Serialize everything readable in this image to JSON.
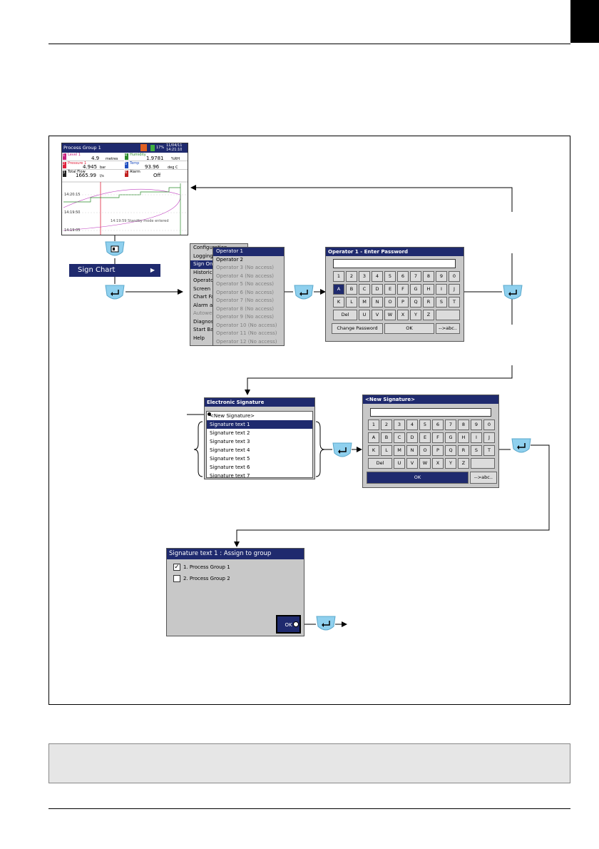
{
  "chart_screen": {
    "title": "Process Group 1",
    "percent": "17%",
    "date": "11/04/11",
    "time": "14:21:10",
    "channels": [
      {
        "num": "1",
        "name": "Level 1",
        "value": "4.9",
        "unit": "metres",
        "color": "#c8207f"
      },
      {
        "num": "4",
        "name": "Humidity",
        "value": "1.9781",
        "unit": "%RH",
        "color": "#2a8a2a"
      },
      {
        "num": "2",
        "name": "Pressure 1",
        "value": "4.945",
        "unit": "bar",
        "color": "#e0203a"
      },
      {
        "num": "5",
        "name": "Temp",
        "value": "93.96",
        "unit": "deg C",
        "color": "#2050c0"
      },
      {
        "num": "3",
        "name": "Total Flow",
        "value": "1665.99",
        "unit": "l/s",
        "color": "#202020"
      },
      {
        "num": "6",
        "name": "Alarm",
        "value": "Off",
        "unit": "",
        "color": "#c02020"
      }
    ],
    "timestamps": [
      "14:20:15",
      "14:19:50",
      "14:19:05"
    ],
    "event_text": "14:19:59 Standby mode entered"
  },
  "sign_chart_label": "Sign Chart",
  "main_menu": [
    "Configuration",
    "Logging",
    "Sign On",
    "Historical",
    "Operator",
    "Screen",
    "Chart Fa",
    "Alarm a",
    "Autowei",
    "Diagnos",
    "Start Ba",
    "Help"
  ],
  "operator_menu": [
    "Operator 1",
    "Operator 2",
    "Operator 3 (No access)",
    "Operator 4 (No access)",
    "Operator 5 (No access)",
    "Operator 6 (No access)",
    "Operator 7 (No access)",
    "Operator 8 (No access)",
    "Operator 9 (No access)",
    "Operator 10 (No access)",
    "Operator 11 (No access)",
    "Operator 12 (No access)"
  ],
  "password_dialog": {
    "title": "Operator 1 - Enter Password",
    "row1": [
      "1",
      "2",
      "3",
      "4",
      "5",
      "6",
      "7",
      "8",
      "9",
      "0"
    ],
    "row2": [
      "A",
      "B",
      "C",
      "D",
      "E",
      "F",
      "G",
      "H",
      "I",
      "J"
    ],
    "row3": [
      "K",
      "L",
      "M",
      "N",
      "O",
      "P",
      "Q",
      "R",
      "S",
      "T"
    ],
    "row4": [
      "Del",
      "U",
      "V",
      "W",
      "X",
      "Y",
      "Z"
    ],
    "change_password": "Change Password",
    "ok": "OK",
    "abc": "-->abc.."
  },
  "esig_dialog": {
    "title": "Electronic Signature",
    "items": [
      "<New Signature>",
      "Signature text 1",
      "Signature text 2",
      "Signature text 3",
      "Signature text 4",
      "Signature text 5",
      "Signature text 6",
      "Signature text 7"
    ]
  },
  "newsig_dialog": {
    "title": "<New Signature>",
    "row1": [
      "1",
      "2",
      "3",
      "4",
      "5",
      "6",
      "7",
      "8",
      "9",
      "0"
    ],
    "row2": [
      "A",
      "B",
      "C",
      "D",
      "E",
      "F",
      "G",
      "H",
      "I",
      "J"
    ],
    "row3": [
      "K",
      "L",
      "M",
      "N",
      "O",
      "P",
      "Q",
      "R",
      "S",
      "T"
    ],
    "row4": [
      "Del",
      "U",
      "V",
      "W",
      "X",
      "Y",
      "Z"
    ],
    "ok": "OK",
    "abc": "-->abc.."
  },
  "assign_dialog": {
    "title": "Signature text 1 : Assign to group",
    "groups": [
      {
        "label": "1. Process Group 1",
        "checked": true
      },
      {
        "label": "2. Process Group 2",
        "checked": false
      }
    ],
    "ok": "OK"
  }
}
